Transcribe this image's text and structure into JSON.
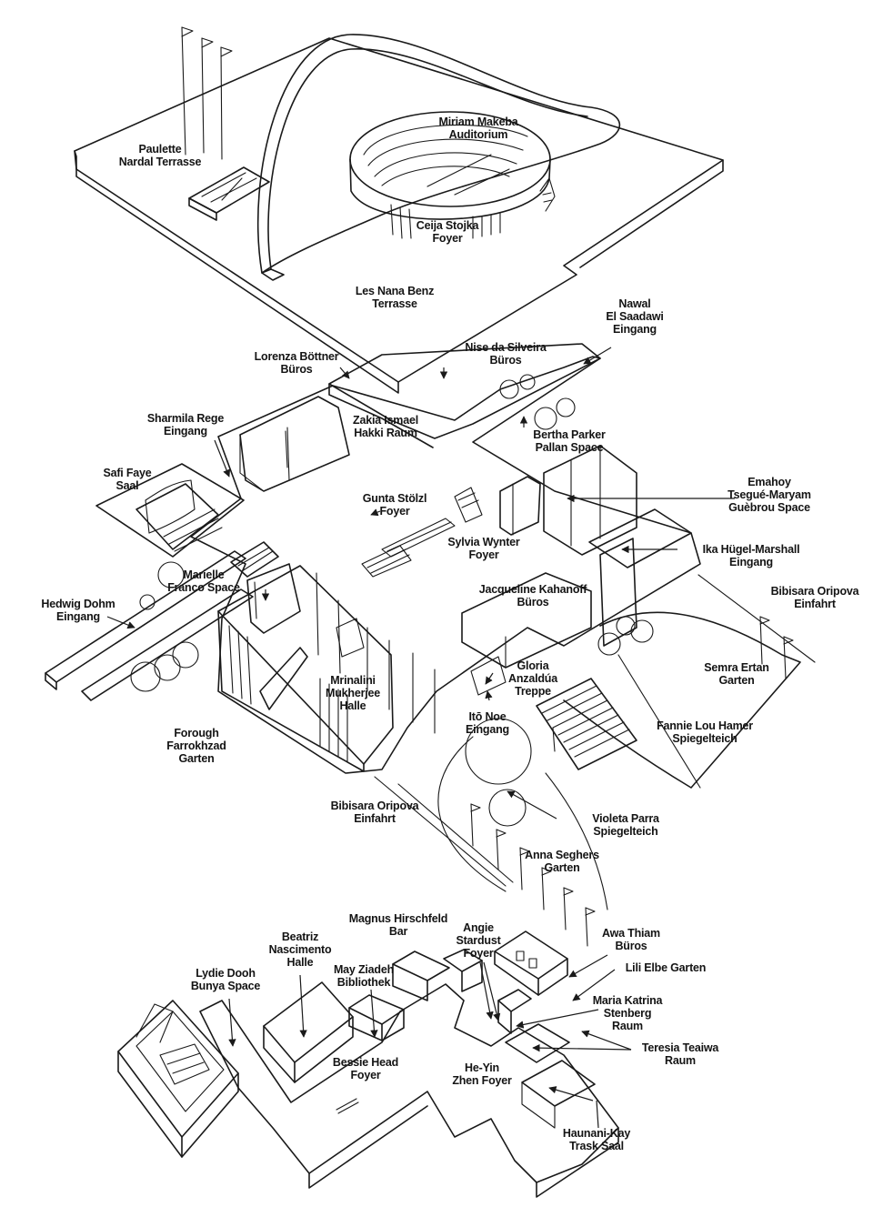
{
  "labels": [
    {
      "id": "paulette-nardal",
      "lines": [
        "Paulette",
        "Nardal Terrasse"
      ]
    },
    {
      "id": "miriam-makeba",
      "lines": [
        "Miriam Makeba",
        "Auditorium"
      ]
    },
    {
      "id": "ceija-stojka",
      "lines": [
        "Ceija Stojka",
        "Foyer"
      ]
    },
    {
      "id": "les-nana-benz",
      "lines": [
        "Les Nana Benz",
        "Terrasse"
      ]
    },
    {
      "id": "nawal-el-saadawi",
      "lines": [
        "Nawal",
        "El Saadawi",
        "Eingang"
      ]
    },
    {
      "id": "lorenza-boettner",
      "lines": [
        "Lorenza Böttner",
        "Büros"
      ]
    },
    {
      "id": "nise-da-silveira",
      "lines": [
        "Nise da Silveira",
        "Büros"
      ]
    },
    {
      "id": "sharmila-rege",
      "lines": [
        "Sharmila Rege",
        "Eingang"
      ]
    },
    {
      "id": "zakia-ismael",
      "lines": [
        "Zakia Ismael",
        "Hakki Raum"
      ]
    },
    {
      "id": "bertha-parker",
      "lines": [
        "Bertha Parker",
        "Pallan Space"
      ]
    },
    {
      "id": "safi-faye",
      "lines": [
        "Safi Faye",
        "Saal"
      ]
    },
    {
      "id": "emahoy",
      "lines": [
        "Emahoy",
        "Tsegué-Maryam",
        "Guèbrou Space"
      ]
    },
    {
      "id": "gunta-stoelzl",
      "lines": [
        "Gunta Stölzl",
        "Foyer"
      ]
    },
    {
      "id": "sylvia-wynter",
      "lines": [
        "Sylvia Wynter",
        "Foyer"
      ]
    },
    {
      "id": "ika-huegel-marshall",
      "lines": [
        "Ika Hügel-Marshall",
        "Eingang"
      ]
    },
    {
      "id": "marielle-franco",
      "lines": [
        "Marielle",
        "Franco Space"
      ]
    },
    {
      "id": "jacqueline-kahanoff",
      "lines": [
        "Jacqueline Kahanoff",
        "Büros"
      ]
    },
    {
      "id": "bibisara-oripova-1",
      "lines": [
        "Bibisara Oripova",
        "Einfahrt"
      ]
    },
    {
      "id": "hedwig-dohm",
      "lines": [
        "Hedwig Dohm",
        "Eingang"
      ]
    },
    {
      "id": "semra-ertan",
      "lines": [
        "Semra Ertan",
        "Garten"
      ]
    },
    {
      "id": "gloria-anzaldua",
      "lines": [
        "Gloria",
        "Anzaldúa",
        "Treppe"
      ]
    },
    {
      "id": "mrinalini-mukherjee",
      "lines": [
        "Mrinalini",
        "Mukherjee",
        "Halle"
      ]
    },
    {
      "id": "ito-noe",
      "lines": [
        "Itō Noe",
        "Eingang"
      ]
    },
    {
      "id": "fannie-lou-hamer",
      "lines": [
        "Fannie Lou Hamer",
        "Spiegelteich"
      ]
    },
    {
      "id": "forough-farrokhzad",
      "lines": [
        "Forough",
        "Farrokhzad",
        "Garten"
      ]
    },
    {
      "id": "bibisara-oripova-2",
      "lines": [
        "Bibisara Oripova",
        "Einfahrt"
      ]
    },
    {
      "id": "violeta-parra",
      "lines": [
        "Violeta Parra",
        "Spiegelteich"
      ]
    },
    {
      "id": "anna-seghers",
      "lines": [
        "Anna Seghers",
        "Garten"
      ]
    },
    {
      "id": "magnus-hirschfeld",
      "lines": [
        "Magnus Hirschfeld",
        "Bar"
      ]
    },
    {
      "id": "angie-stardust",
      "lines": [
        "Angie",
        "Stardust",
        "Foyer"
      ]
    },
    {
      "id": "beatriz-nascimento",
      "lines": [
        "Beatriz",
        "Nascimento",
        "Halle"
      ]
    },
    {
      "id": "awa-thiam",
      "lines": [
        "Awa Thiam",
        "Büros"
      ]
    },
    {
      "id": "may-ziadeh",
      "lines": [
        "May Ziadeh",
        "Bibliothek"
      ]
    },
    {
      "id": "lydie-dooh-bunya",
      "lines": [
        "Lydie Dooh",
        "Bunya Space"
      ]
    },
    {
      "id": "lili-elbe",
      "lines": [
        "Lili Elbe Garten"
      ]
    },
    {
      "id": "maria-katrina",
      "lines": [
        "Maria Katrina",
        "Stenberg",
        "Raum"
      ]
    },
    {
      "id": "teresia-teaiwa",
      "lines": [
        "Teresia Teaiwa",
        "Raum"
      ]
    },
    {
      "id": "bessie-head",
      "lines": [
        "Bessie Head",
        "Foyer"
      ]
    },
    {
      "id": "he-yin-zhen",
      "lines": [
        "He-Yin",
        "Zhen Foyer"
      ]
    },
    {
      "id": "haunani-kay-trask",
      "lines": [
        "Haunani-Kay",
        "Trask Saal"
      ]
    }
  ]
}
